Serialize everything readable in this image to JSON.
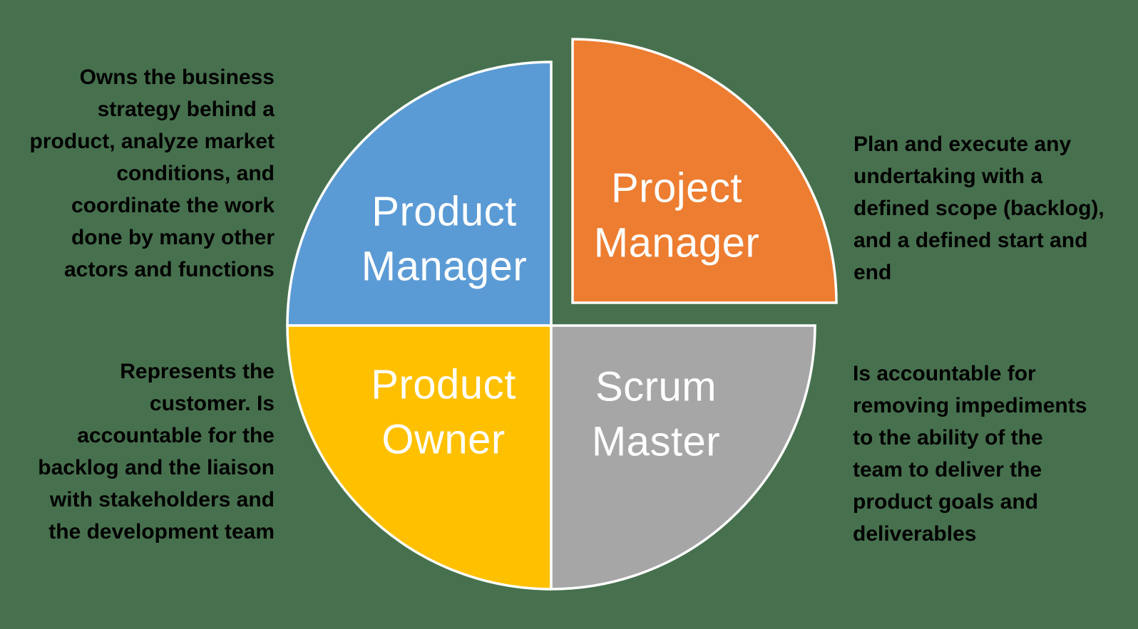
{
  "diagram": {
    "title_semantic": "Agile roles quadrant diagram",
    "background_color": "#47714E",
    "outline_color": "#FFFFFF",
    "quadrants": [
      {
        "role": "Product Manager",
        "label": "Product\nManager",
        "color": "#5B9BD5",
        "label_color": "#FFFFFF",
        "position": "top-left",
        "description": "Owns the business\nstrategy behind a\nproduct, analyze market\nconditions, and\ncoordinate the work\ndone by many other\nactors and functions",
        "description_side": "left",
        "description_align": "right"
      },
      {
        "role": "Project Manager",
        "label": "Project\nManager",
        "color": "#ED7D31",
        "label_color": "#FFFFFF",
        "position": "top-right-exploded",
        "description": "Plan and execute any\nundertaking with a\ndefined scope (backlog),\nand a defined start and\nend",
        "description_side": "right",
        "description_align": "left"
      },
      {
        "role": "Product Owner",
        "label": "Product\nOwner",
        "color": "#FFC000",
        "label_color": "#FFFFFF",
        "position": "bottom-left",
        "description": "Represents the\ncustomer. Is\naccountable for the\nbacklog and the liaison\nwith stakeholders and\nthe development team",
        "description_side": "left",
        "description_align": "right"
      },
      {
        "role": "Scrum Master",
        "label": "Scrum\nMaster",
        "color": "#A6A6A6",
        "label_color": "#FFFFFF",
        "position": "bottom-right",
        "description": "Is accountable for\nremoving impediments\nto the ability of the\nteam to deliver the\nproduct goals and\ndeliverables",
        "description_side": "right",
        "description_align": "left"
      }
    ]
  }
}
